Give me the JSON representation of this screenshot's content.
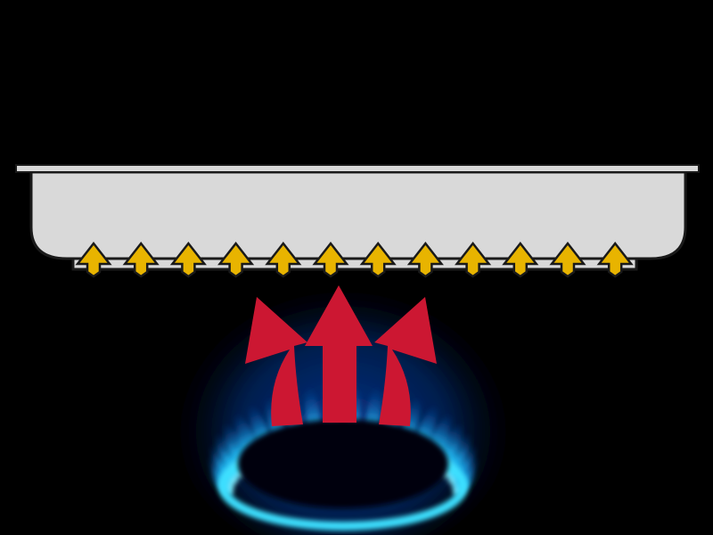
{
  "diagram": {
    "subject": "pan-heated-by-gas-flame",
    "colors": {
      "background": "#000000",
      "pan_fill": "#d9d9d9",
      "pan_outline": "#1a1a1a",
      "heat_arrow": "#e8b400",
      "convection_arrow": "#cc1732",
      "flame_core": "#2ad8ff",
      "flame_glow": "#0a3a9a"
    },
    "heat_arrow_count": 12,
    "convection_arrow_count": 3
  }
}
